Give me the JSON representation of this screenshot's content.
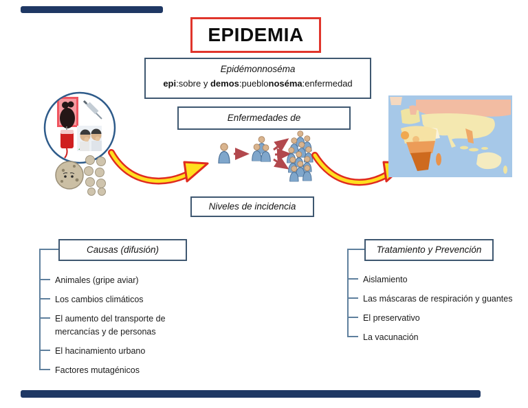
{
  "title": "EPIDEMIA",
  "etymology": {
    "word": "Epidémonnoséma",
    "segments": [
      "epi",
      ":sobre y ",
      "demos",
      ":pueblo",
      "noséma",
      ":enfermedad"
    ]
  },
  "diseases_label": "Enfermedades de",
  "incidence_label": "Niveles de incidencia",
  "causes": {
    "title": "Causas (difusión)",
    "items": [
      "Animales (gripe aviar)",
      "Los cambios climáticos",
      "El aumento del transporte de\nmercancías y de personas",
      "El hacinamiento urbano",
      "Factores mutagénicos"
    ]
  },
  "treatment": {
    "title": "Tratamiento y Prevención",
    "items": [
      "Aislamiento",
      "Las máscaras de respiración y guantes",
      "El preservativo",
      "La vacunación"
    ]
  },
  "icons": {
    "transmission_collage": "circle-collage: couple, syringe, blood bag, coughing people",
    "germ": "germ-with-spores",
    "spread_sequence": "person to group to crowd with red arrows",
    "curved_arrow": "yellow swoosh arrow with red outline",
    "world_map": "world map with dark orange southern Africa"
  },
  "colors": {
    "navy_bar": "#1f3864",
    "box_border": "#3e5770",
    "tree_line": "#5e7f9d",
    "title_border": "#e0352b",
    "arrow_yellow": "#ffdf1f",
    "arrow_red": "#e02b1f",
    "straight_arrow": "#b2484d",
    "map_ocean": "#a6c8e8",
    "map_hotspot": "#ce6a1e"
  }
}
